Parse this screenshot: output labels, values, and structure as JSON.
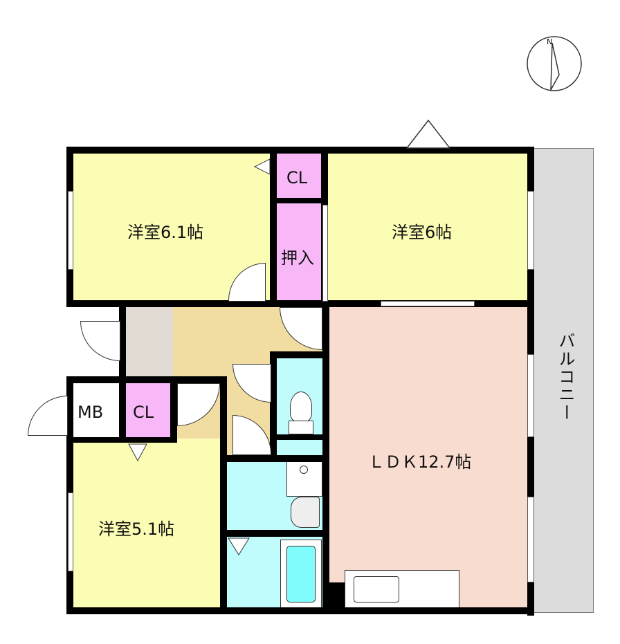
{
  "rooms": {
    "western_6_1": {
      "label": "洋室6.1帖",
      "color": "#fbfdb4"
    },
    "western_6": {
      "label": "洋室6帖",
      "color": "#fbfdb4"
    },
    "western_5_1": {
      "label": "洋室5.1帖",
      "color": "#fbfdb4"
    },
    "ldk": {
      "label": "ＬＤＫ12.7帖",
      "color": "#f9dcd0"
    },
    "closet_top": {
      "label": "CL",
      "color": "#f8b8f8"
    },
    "oshiire": {
      "label": "押入",
      "color": "#f8b8f8"
    },
    "closet_bottom": {
      "label": "CL",
      "color": "#f8b8f8"
    },
    "mb": {
      "label": "MB"
    },
    "balcony": {
      "label": "バルコニー",
      "color": "#dcdcdc"
    },
    "hall": {
      "color": "#f1dca2"
    },
    "entrance": {
      "color": "#e2dbd3"
    },
    "wet_area": {
      "color": "#c0fcfc"
    }
  },
  "compass": {
    "label": "N"
  }
}
